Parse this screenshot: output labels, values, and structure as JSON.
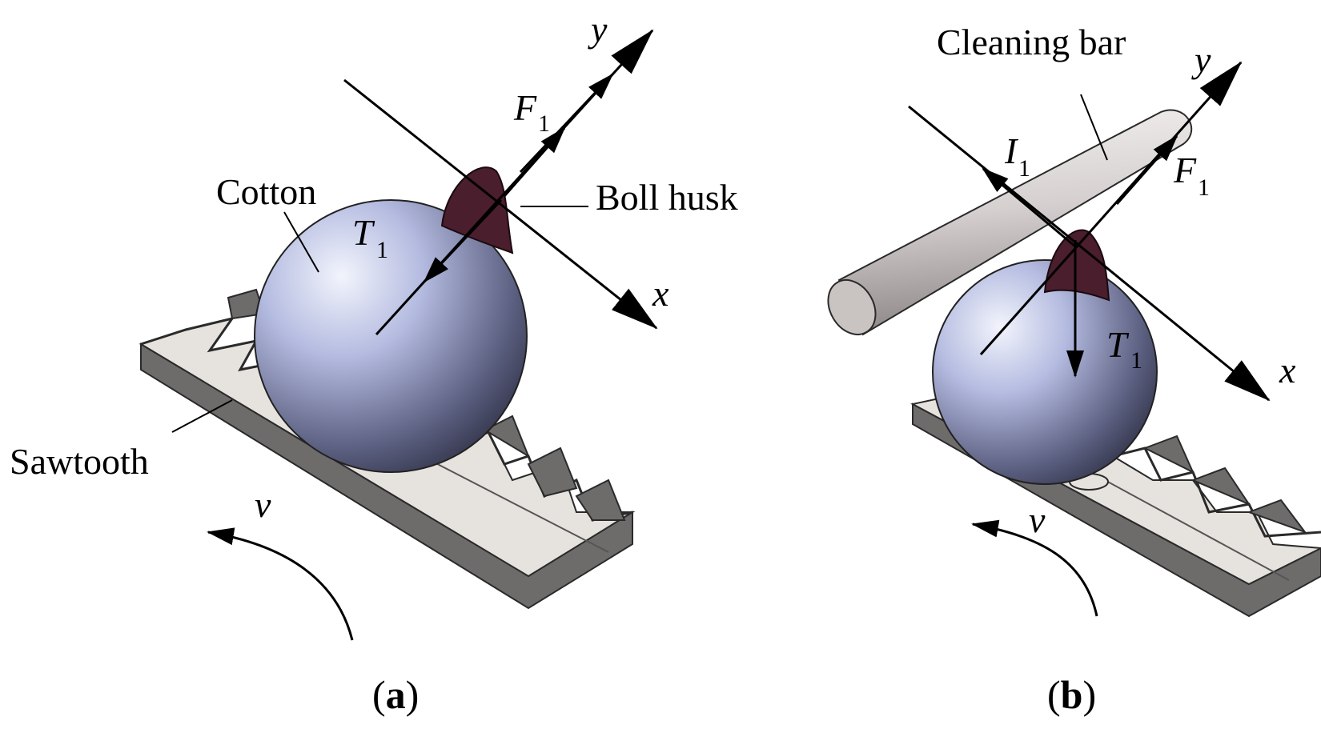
{
  "panel_a": {
    "caption_letter": "a",
    "labels": {
      "cotton": "Cotton",
      "boll_husk": "Boll husk",
      "sawtooth": "Sawtooth",
      "axis_x": "x",
      "axis_y": "y",
      "force_f": "F",
      "force_f_sub": "1",
      "force_t": "T",
      "force_t_sub": "1",
      "velocity": "v"
    }
  },
  "panel_b": {
    "caption_letter": "b",
    "labels": {
      "cleaning_bar": "Cleaning bar",
      "axis_x": "x",
      "axis_y": "y",
      "force_f": "F",
      "force_f_sub": "1",
      "force_i": "I",
      "force_i_sub": "1",
      "force_t": "T",
      "force_t_sub": "1",
      "velocity": "v"
    }
  },
  "colors": {
    "husk": "#4a1e2c",
    "sphere_light": "#e8ecfa",
    "sphere_mid": "#a9b0d8",
    "sphere_dark": "#2e3046",
    "sawtooth_top": "#e6e3df",
    "sawtooth_side": "#6e6b6b",
    "bar_light": "#efeceb",
    "bar_dark": "#8d8787"
  }
}
